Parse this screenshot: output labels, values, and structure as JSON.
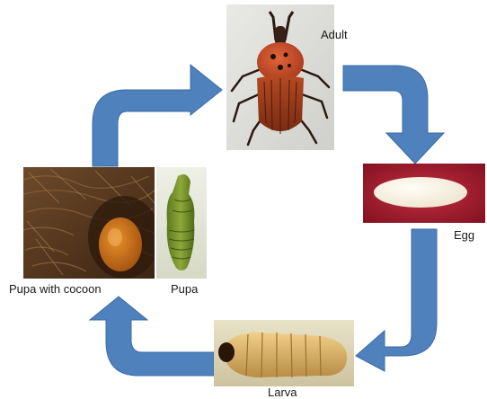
{
  "labels": {
    "adult": "Adult",
    "egg": "Egg",
    "larva": "Larva",
    "pupa": "Pupa",
    "pupa_cocoon": "Pupa with cocoon"
  },
  "colors": {
    "arrow": "#4f81bd",
    "arrow_edge": "#3b6ba4",
    "weevil_body": "#b3411a",
    "egg_bg": "#a01428",
    "larva_body": "#d8b16a",
    "pupa_green": "#6b8a2a",
    "cocoon_fiber": "#5a3a20"
  }
}
